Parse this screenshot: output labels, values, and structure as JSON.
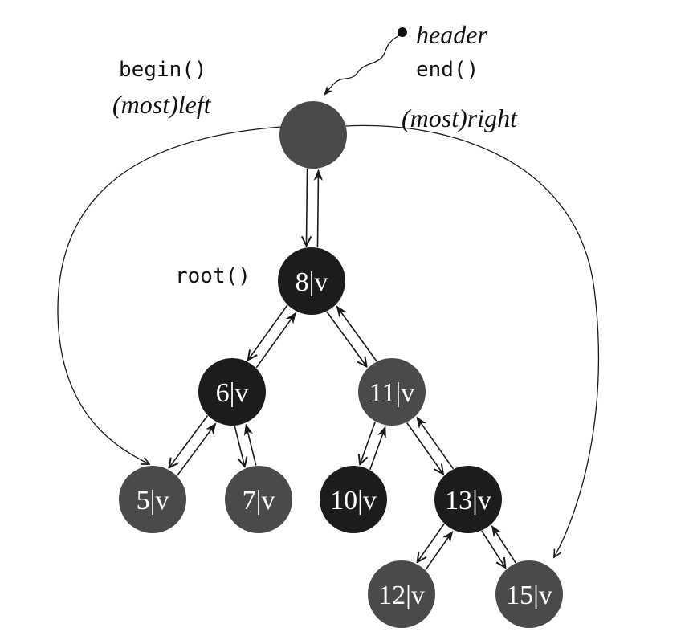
{
  "labels": {
    "header": "header",
    "begin": "begin()",
    "end": "end()",
    "leftmost": "(most)left",
    "rightmost": "(most)right",
    "root": "root()"
  },
  "nodes": [
    {
      "id": "header",
      "text": "",
      "color": "#4a4a4a"
    },
    {
      "id": "n8",
      "text": "8|v",
      "color": "#1c1c1c"
    },
    {
      "id": "n6",
      "text": "6|v",
      "color": "#1c1c1c"
    },
    {
      "id": "n11",
      "text": "11|v",
      "color": "#4a4a4a"
    },
    {
      "id": "n5",
      "text": "5|v",
      "color": "#4a4a4a"
    },
    {
      "id": "n7",
      "text": "7|v",
      "color": "#4a4a4a"
    },
    {
      "id": "n10",
      "text": "10|v",
      "color": "#1c1c1c"
    },
    {
      "id": "n13",
      "text": "13|v",
      "color": "#1c1c1c"
    },
    {
      "id": "n12",
      "text": "12|v",
      "color": "#4a4a4a"
    },
    {
      "id": "n15",
      "text": "15|v",
      "color": "#4a4a4a"
    }
  ],
  "edges": [
    [
      "header",
      "n8"
    ],
    [
      "n8",
      "n6"
    ],
    [
      "n8",
      "n11"
    ],
    [
      "n6",
      "n5"
    ],
    [
      "n6",
      "n7"
    ],
    [
      "n11",
      "n10"
    ],
    [
      "n11",
      "n13"
    ],
    [
      "n13",
      "n12"
    ],
    [
      "n13",
      "n15"
    ]
  ]
}
